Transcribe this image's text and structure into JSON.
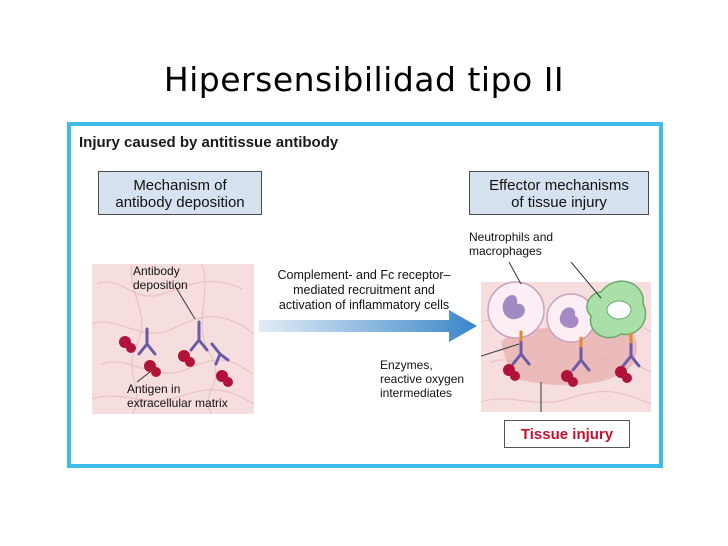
{
  "slide": {
    "title": "Hipersensibilidad tipo II"
  },
  "figure": {
    "heading": "Injury caused by antitissue antibody",
    "left_box": {
      "line1": "Mechanism of",
      "line2": "antibody deposition"
    },
    "right_box": {
      "line1": "Effector mechanisms",
      "line2": "of tissue injury"
    },
    "left_panel": {
      "antibody_line1": "Antibody",
      "antibody_line2": "deposition",
      "antigen_line1": "Antigen in",
      "antigen_line2": "extracellular matrix"
    },
    "arrow_text": {
      "line1": "Complement- and Fc receptor–",
      "line2": "mediated recruitment and",
      "line3": "activation of inflammatory cells"
    },
    "right_panel": {
      "cells_line1": "Neutrophils and",
      "cells_line2": "macrophages",
      "enzymes_line1": "Enzymes,",
      "enzymes_line2": "reactive oxygen",
      "enzymes_line3": "intermediates",
      "injury_label": "Tissue injury"
    },
    "colors": {
      "frame": "#3fbcea",
      "box_fill": "#d6e2ef",
      "tissue": "#f6dede",
      "antibody": "#6a5aa8",
      "antigen": "#b0123a",
      "macrophage": "#a8e0a8",
      "injury_text": "#c8102e"
    }
  }
}
